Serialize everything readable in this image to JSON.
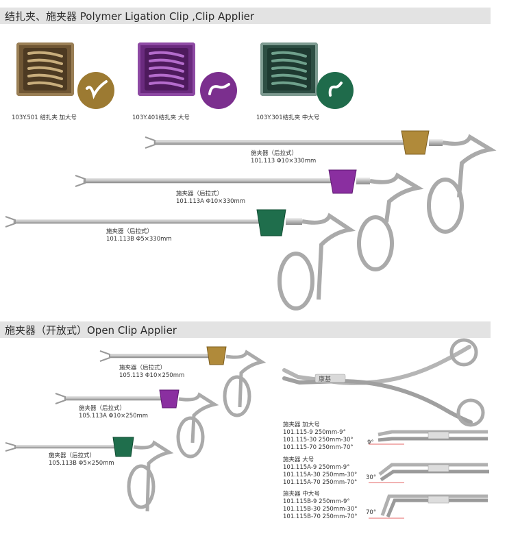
{
  "sections": {
    "polymer_title": "结扎夹、施夹器 Polymer Ligation Clip ,Clip Applier",
    "open_title": "施夹器（开放式）Open Clip Applier"
  },
  "clips": [
    {
      "code": "103Y.501 结扎夹  加大号",
      "color": "#8a6a38"
    },
    {
      "code": "103Y.401结扎夹  大号",
      "color": "#7b2f8e"
    },
    {
      "code": "103Y.301结扎夹  中大号",
      "color": "#1f6b4b"
    }
  ],
  "laparoscopic": [
    {
      "name": "施夹器（后拉式）",
      "spec": "101.113  Φ10×330mm",
      "color": "#b08a3a"
    },
    {
      "name": "施夹器（后拉式）",
      "spec": "101.113A  Φ10×330mm",
      "color": "#8a2fa0"
    },
    {
      "name": "施夹器（后拉式）",
      "spec": "101.113B  Φ5×330mm",
      "color": "#1f6e4c"
    }
  ],
  "open_short": [
    {
      "name": "施夹器（后拉式）",
      "spec": "105.113  Φ10×250mm",
      "color": "#b08a3a"
    },
    {
      "name": "施夹器（后拉式）",
      "spec": "105.113A  Φ10×250mm",
      "color": "#8a2fa0"
    },
    {
      "name": "施夹器（后拉式）",
      "spec": "105.113B  Φ5×250mm",
      "color": "#1f6e4c"
    }
  ],
  "open_groups": [
    {
      "title": "施夹器 加大号",
      "items": [
        "101.115-9    250mm-9°",
        "101.115-30  250mm-30°",
        "101.115-70  250mm-70°"
      ]
    },
    {
      "title": "施夹器 大号",
      "items": [
        "101.115A-9    250mm-9°",
        "101.115A-30  250mm-30°",
        "101.115A-70  250mm-70°"
      ]
    },
    {
      "title": "施夹器 中大号",
      "items": [
        "101.115B-9    250mm-9°",
        "101.115B-30  250mm-30°",
        "101.115B-70  250mm-70°"
      ]
    }
  ],
  "angles": [
    "9°",
    "30°",
    "70°"
  ],
  "brand": "康基"
}
